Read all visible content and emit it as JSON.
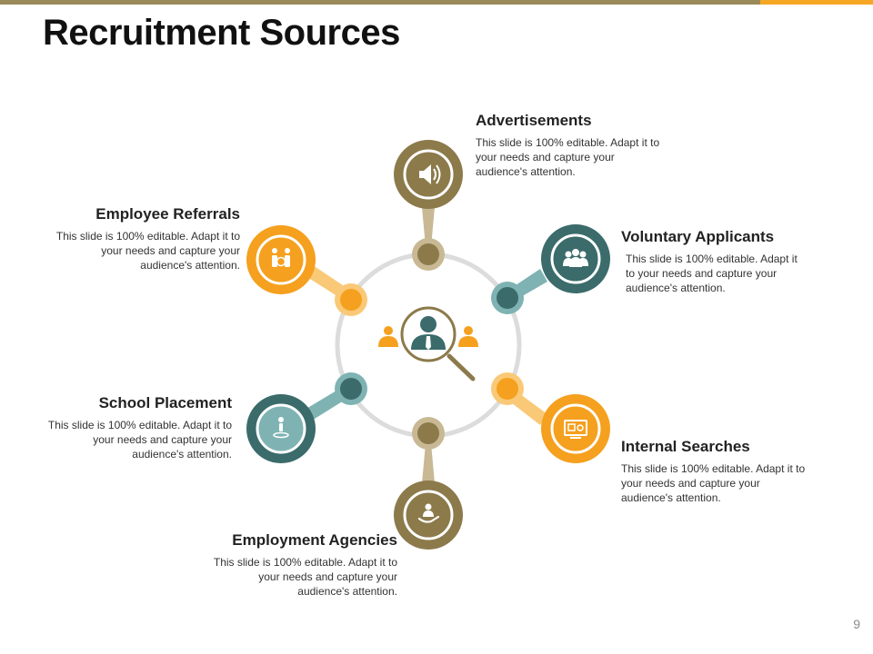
{
  "slide": {
    "title": "Recruitment Sources",
    "page_number": "9"
  },
  "colors": {
    "olive": "#8c7a4b",
    "olive_light": "#c8b994",
    "orange": "#f5a01e",
    "orange_light": "#f9c977",
    "teal": "#3b6b6b",
    "teal_light": "#7fb3b3",
    "ring": "#d9d9d9",
    "top_bar_left": "#9a8a5a",
    "top_bar_right": "#f5a623"
  },
  "center": {
    "icon": "businessman-magnifier-icon"
  },
  "sources": [
    {
      "key": "advertisements",
      "title": "Advertisements",
      "text": "This slide is 100% editable. Adapt it to your needs and capture your audience's attention.",
      "icon": "megaphone-icon",
      "color": "olive"
    },
    {
      "key": "voluntary-applicants",
      "title": "Voluntary Applicants",
      "text": "This slide is 100% editable. Adapt it to your needs and capture your audience's attention.",
      "icon": "group-icon",
      "color": "teal"
    },
    {
      "key": "internal-searches",
      "title": "Internal Searches",
      "text": "This slide is 100% editable. Adapt it to your needs and capture your audience's attention.",
      "icon": "monitor-icon",
      "color": "orange"
    },
    {
      "key": "employment-agencies",
      "title": "Employment Agencies",
      "text": "This slide is 100% editable. Adapt it to your needs and capture your audience's attention.",
      "icon": "hand-person-icon",
      "color": "olive"
    },
    {
      "key": "school-placement",
      "title": "School Placement",
      "text": "This slide is 100% editable. Adapt it to your needs and capture your audience's attention.",
      "icon": "person-pin-icon",
      "color": "teal"
    },
    {
      "key": "employee-referrals",
      "title": "Employee Referrals",
      "text": "This slide is 100% editable. Adapt it to your needs and capture your audience's attention.",
      "icon": "referral-icon",
      "color": "orange"
    }
  ]
}
